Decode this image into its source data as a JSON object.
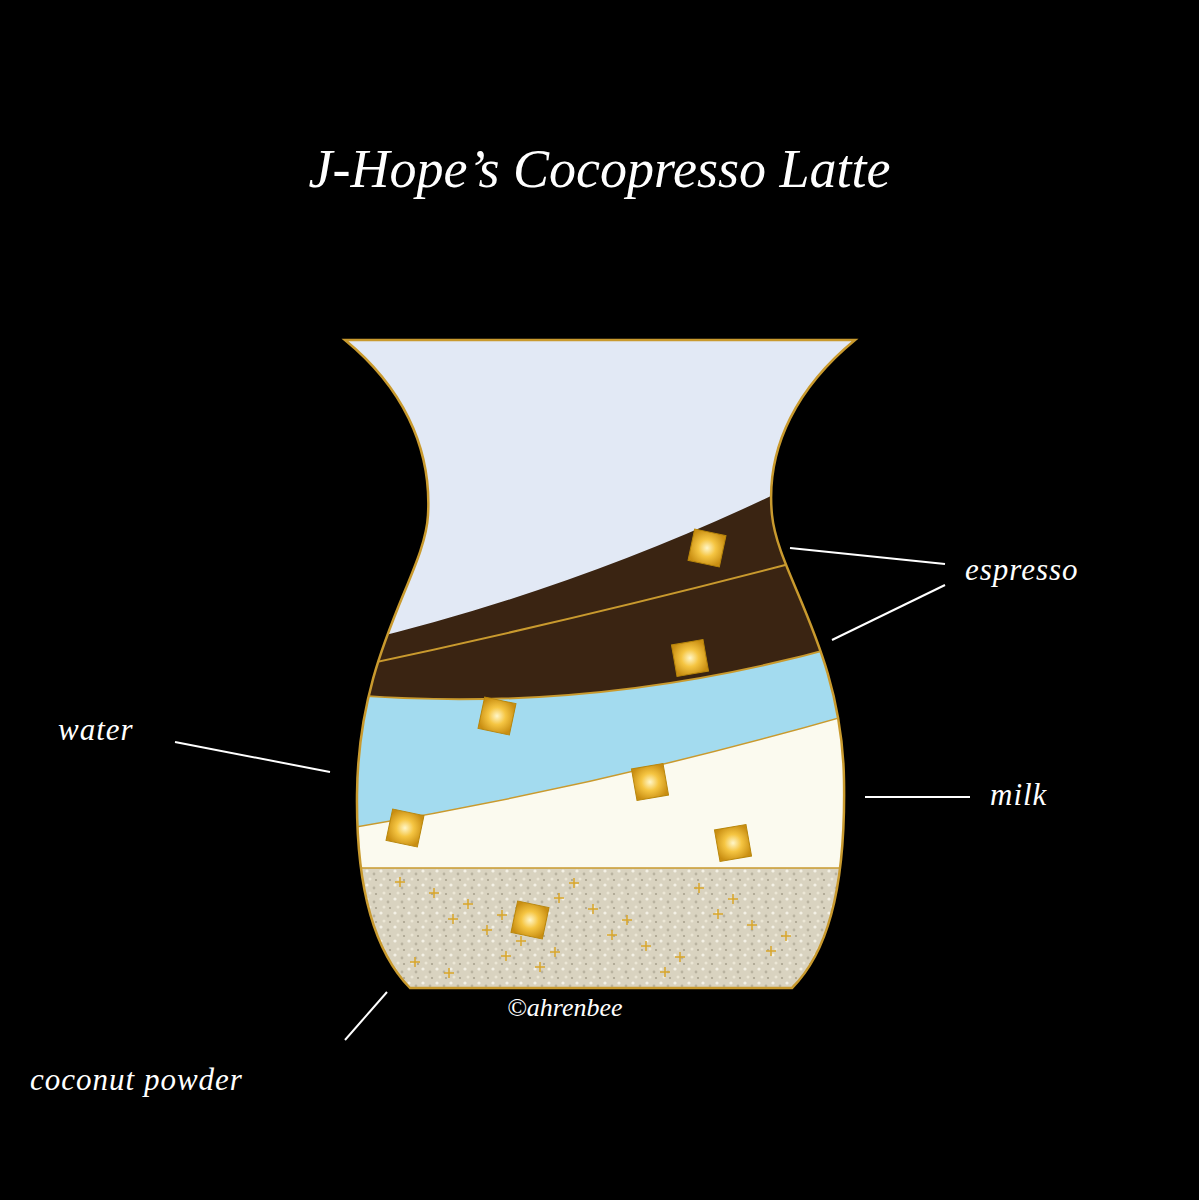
{
  "diagram": {
    "title": "J-Hope’s Cocopresso Latte",
    "labels": [
      "espresso",
      "water",
      "milk",
      "coconut powder",
      "©ahrenbee"
    ]
  }
}
